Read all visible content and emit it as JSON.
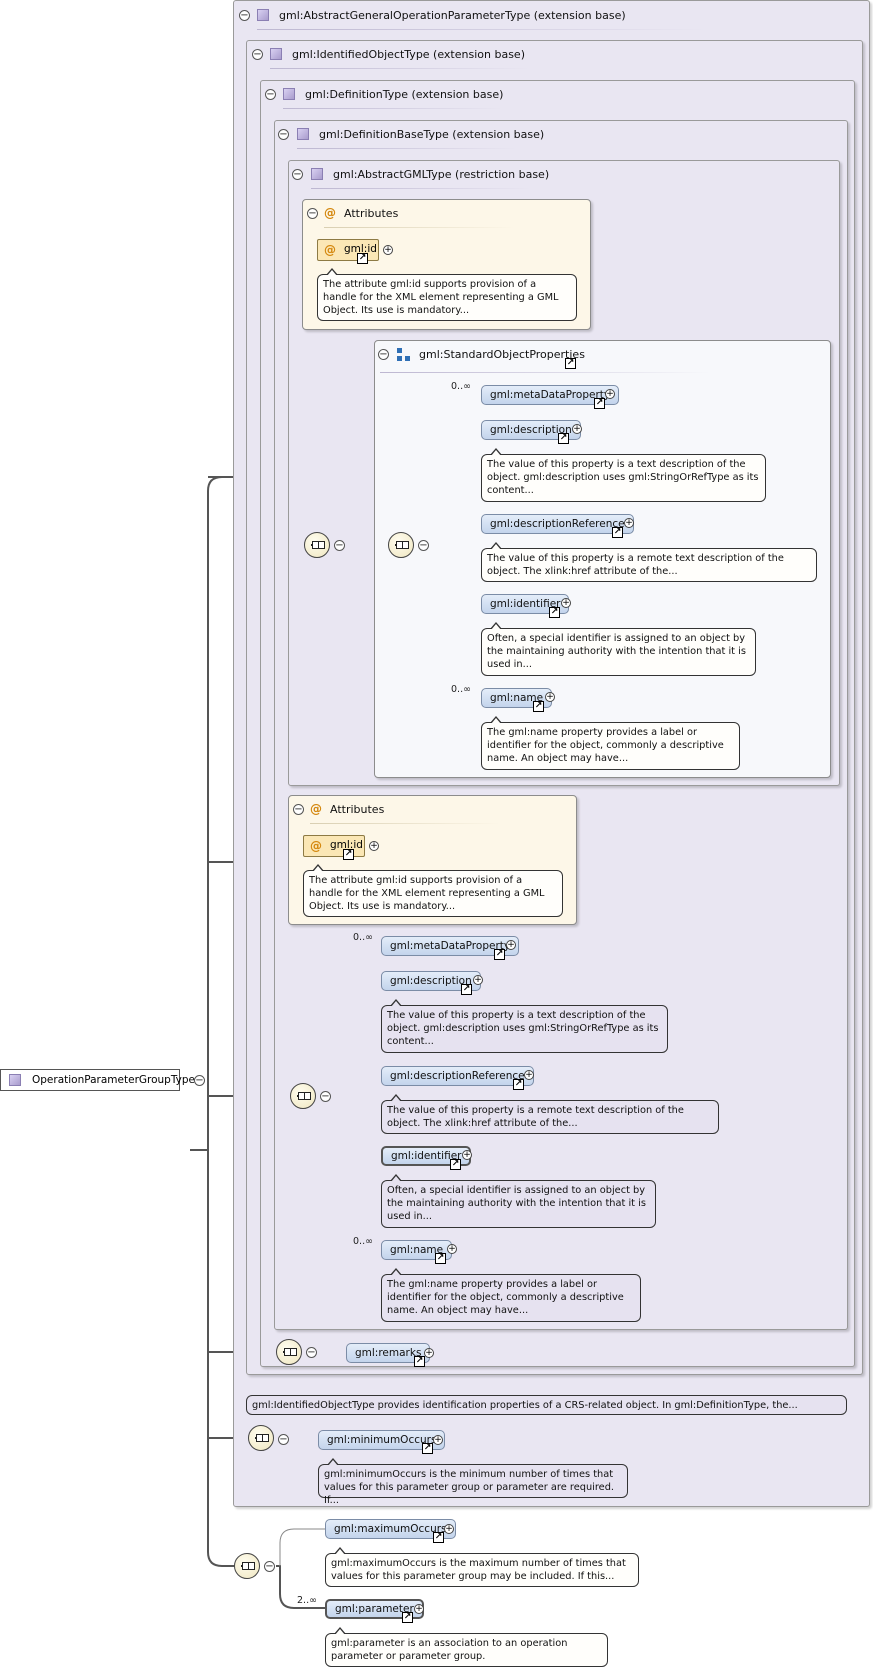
{
  "root": {
    "label": "OperationParameterGroupType"
  },
  "extensions": {
    "general_operation_parameter": "gml:AbstractGeneralOperationParameterType (extension base)",
    "identified_object": "gml:IdentifiedObjectType (extension base)",
    "definition": "gml:DefinitionType (extension base)",
    "definition_base": "gml:DefinitionBaseType (extension base)",
    "abstract_gml": "gml:AbstractGMLType (restriction base)"
  },
  "attributes_inner": {
    "title": "Attributes",
    "attr": "gml:id",
    "doc": "The attribute gml:id supports provision of a handle for the XML element representing a GML Object. Its use is mandatory..."
  },
  "standard_object_properties": {
    "title": "gml:StandardObjectProperties",
    "elements": {
      "meta": {
        "label": "gml:metaDataProperty",
        "occurs": "0..∞"
      },
      "desc": {
        "label": "gml:description",
        "doc": "The value of this property is a text description of the object. gml:description uses gml:StringOrRefType as its content..."
      },
      "descref": {
        "label": "gml:descriptionReference",
        "doc": "The value of this property is a remote text description of the object. The xlink:href attribute of the..."
      },
      "ident": {
        "label": "gml:identifier",
        "doc": "Often, a special identifier is assigned to an object by the maintaining authority with the intention that it is used in..."
      },
      "name": {
        "label": "gml:name",
        "occurs": "0..∞",
        "doc": "The gml:name property provides a label or identifier for the object, commonly a descriptive name. An object may have..."
      }
    }
  },
  "attributes_outer": {
    "title": "Attributes",
    "attr": "gml:id",
    "doc": "The attribute gml:id supports provision of a handle for the XML element representing a GML Object. Its use is mandatory..."
  },
  "definition_base_sequence": {
    "meta": {
      "label": "gml:metaDataProperty",
      "occurs": "0..∞"
    },
    "desc": {
      "label": "gml:description",
      "doc": "The value of this property is a text description of the object. gml:description uses gml:StringOrRefType as its content..."
    },
    "descref": {
      "label": "gml:descriptionReference",
      "doc": "The value of this property is a remote text description of the object. The xlink:href attribute of the..."
    },
    "ident": {
      "label": "gml:identifier",
      "doc": "Often, a special identifier is assigned to an object by the maintaining authority with the intention that it is used in..."
    },
    "name": {
      "label": "gml:name",
      "occurs": "0..∞",
      "doc": "The gml:name property provides a label or identifier for the object, commonly a descriptive name. An object may have..."
    }
  },
  "remarks": {
    "label": "gml:remarks"
  },
  "identified_object_doc": "gml:IdentifiedObjectType provides identification properties of a CRS-related object. In gml:DefinitionType, the...",
  "minimum_occurs": {
    "label": "gml:minimumOccurs",
    "doc": "gml:minimumOccurs is the minimum number of times that values for this parameter group or parameter are required. If..."
  },
  "maximum_occurs": {
    "label": "gml:maximumOccurs",
    "doc": "gml:maximumOccurs is the maximum number of times that values for this parameter group may be included. If this..."
  },
  "parameter": {
    "label": "gml:parameter",
    "occurs": "2..∞",
    "doc": "gml:parameter is an association to an operation parameter or parameter group."
  },
  "symbols": {
    "toggle_minus": "−",
    "plus": "+",
    "link_arrow": "↗",
    "at": "@"
  }
}
